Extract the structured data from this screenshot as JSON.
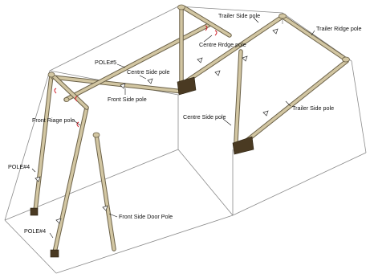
{
  "labels": {
    "trailer_side_pole_top": "Trailer Side pole",
    "trailer_ridge_pole": "Trailer Ridge pole",
    "centre_ridge_pole": "Centre Rrdge pole",
    "pole5": "POLE#5",
    "centre_side_pole_top": "Centre Side pole",
    "front_side_pole": "Front Side pole",
    "trailer_side_pole_right": "Trailer Side pole",
    "front_ridge_pole": "Front Riage pole",
    "centre_side_pole_mid": "Centre Side pole",
    "pole4_upper": "POLE#4",
    "front_side_door_pole": "Front Side Door Pole",
    "pole4_lower": "POLE#4"
  },
  "colors": {
    "pole": "#d2c6a2",
    "pole_outline": "#6b6148",
    "foot_plate": "#4a3a22",
    "wireframe": "#8a8a8a",
    "clip": "#d0202a"
  }
}
